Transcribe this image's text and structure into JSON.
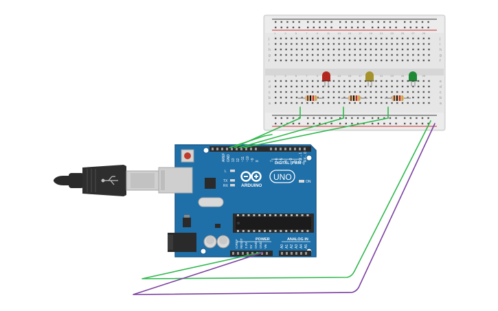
{
  "arduino": {
    "model": "UNO",
    "brand": "ARDUINO",
    "digital_label": "DIGITAL (PWM~)",
    "power_label": "POWER",
    "analog_label": "ANALOG IN",
    "on_label": "ON",
    "tx_label": "TX",
    "rx_label": "RX",
    "l_label": "L",
    "aref_label": "AREF",
    "gnd_label": "GND",
    "pin13": "13",
    "pin12": "12",
    "pin11": "~11",
    "pin10": "~10",
    "pin9": "~9",
    "pin8": "8",
    "pin7": "7",
    "pin6": "~6",
    "pin5": "~5",
    "pin4": "4",
    "pin3": "~3",
    "pin2": "2",
    "pin1": "TX→1",
    "pin0": "RX←0",
    "power_pins": [
      "IOREF",
      "RESET",
      "3.3V",
      "5V",
      "GND",
      "GND",
      "Vin"
    ],
    "analog_pins": [
      "A0",
      "A1",
      "A2",
      "A3",
      "A4",
      "A5"
    ],
    "colors": {
      "board": "#1f6fa8",
      "board_edge": "#185a8a",
      "header": "#2b2b2b"
    }
  },
  "leds": [
    {
      "name": "red",
      "color": "#b3261e"
    },
    {
      "name": "yellow",
      "color": "#a5922a"
    },
    {
      "name": "green",
      "color": "#1e8a36"
    }
  ],
  "wires": {
    "signal_color": "#2db84b",
    "ground_color": "#7b3fa0"
  },
  "breadboard": {
    "col_numbers": [
      "1",
      "3",
      "5",
      "7",
      "9",
      "11",
      "13",
      "15",
      "17",
      "19",
      "21",
      "23",
      "25",
      "27",
      "29"
    ],
    "row_letters_top": [
      "j",
      "i",
      "h",
      "g",
      "f"
    ],
    "row_letters_bottom": [
      "e",
      "d",
      "c",
      "b",
      "a"
    ]
  }
}
